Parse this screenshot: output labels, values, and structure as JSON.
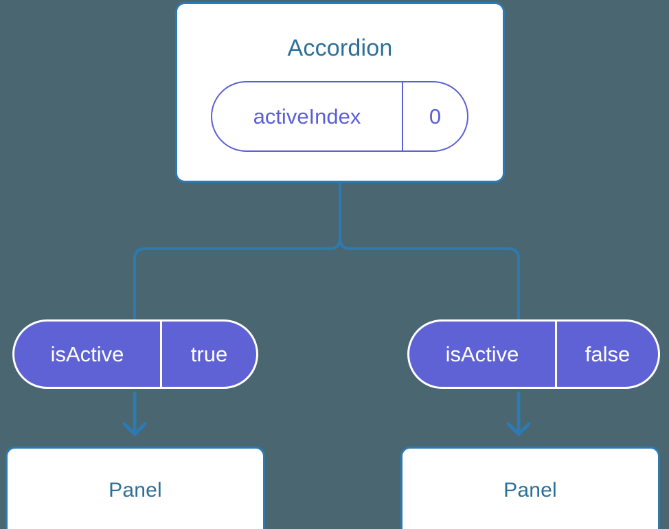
{
  "diagram": {
    "type": "component-tree",
    "background_color": "#4a6670",
    "accent_line_color": "#2e7ab0",
    "card_border_color": "#2e7ab0",
    "card_title_color": "#2b7099",
    "pill_outline_color": "#5b5fd6",
    "pill_fill_color": "#5e62d4",
    "pill_text_color": "#ffffff"
  },
  "accordion": {
    "title": "Accordion",
    "state": {
      "key": "activeIndex",
      "value": "0"
    }
  },
  "children": [
    {
      "prop": {
        "key": "isActive",
        "value": "true"
      },
      "panel": {
        "title": "Panel"
      }
    },
    {
      "prop": {
        "key": "isActive",
        "value": "false"
      },
      "panel": {
        "title": "Panel"
      }
    }
  ]
}
